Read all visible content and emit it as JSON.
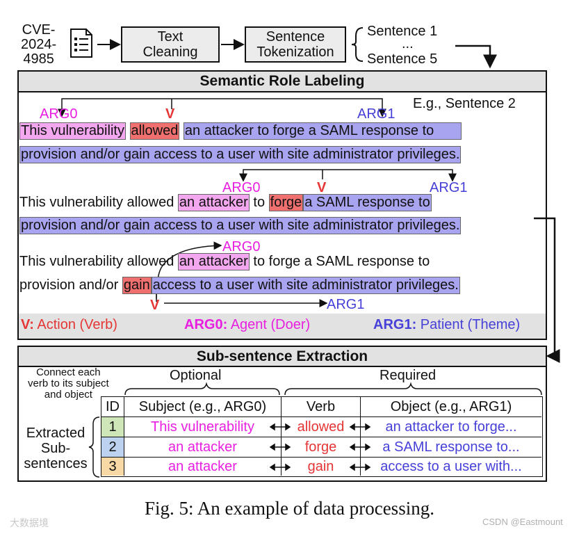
{
  "pipeline": {
    "cve_id": [
      "CVE-",
      "2024-",
      "4985"
    ],
    "step1": [
      "Text",
      "Cleaning"
    ],
    "step2": [
      "Sentence",
      "Tokenization"
    ],
    "sentences": [
      "Sentence 1",
      "...",
      "Sentence 5"
    ]
  },
  "srl": {
    "title": "Semantic Role Labeling",
    "example_label": "E.g., Sentence 2",
    "tags": {
      "arg0": "ARG0",
      "v": "V",
      "arg1": "ARG1"
    },
    "ex1": {
      "arg0": "This vulnerability",
      "v": "allowed",
      "arg1_line1": "an attacker to forge a SAML response to",
      "arg1_line2": "provision and/or gain access to a user with site administrator privileges."
    },
    "ex2": {
      "prefix": "This vulnerability allowed",
      "arg0": "an attacker",
      "mid": "to",
      "v": "forge",
      "arg1_line1": "a SAML response to",
      "arg1_line2": "provision and/or gain access to a user with site administrator privileges."
    },
    "ex3": {
      "line1_prefix": "This vulnerability allowed",
      "arg0": "an attacker",
      "line1_suffix": "to forge a SAML response to",
      "line2_prefix": "provision and/or",
      "v": "gain",
      "arg1": "access to a user with site administrator privileges."
    },
    "legend": {
      "v_key": "V:",
      "v_text": "Action (Verb)",
      "arg0_key": "ARG0:",
      "arg0_text": "Agent (Doer)",
      "arg1_key": "ARG1:",
      "arg1_text": "Patient (Theme)"
    }
  },
  "extraction": {
    "title": "Sub-sentence Extraction",
    "connect_note": [
      "Connect each",
      "verb to its subject",
      "and object"
    ],
    "optional": "Optional",
    "required": "Required",
    "side_label": [
      "Extracted",
      "Sub-",
      "sentences"
    ],
    "columns": [
      "ID",
      "Subject (e.g., ARG0)",
      "Verb",
      "Object (e.g., ARG1)"
    ],
    "rows": [
      {
        "id": "1",
        "subject": "This vulnerability",
        "verb": "allowed",
        "object": "an attacker to forge..."
      },
      {
        "id": "2",
        "subject": "an attacker",
        "verb": "forge",
        "object": "a SAML response to..."
      },
      {
        "id": "3",
        "subject": "an attacker",
        "verb": "gain",
        "object": "access to a user with..."
      }
    ],
    "row_colors": [
      "#cfe6b8",
      "#bcd2ee",
      "#f8d9a6"
    ]
  },
  "caption": "Fig. 5: An example of data processing.",
  "watermark_left": "大数据境",
  "watermark_right": "CSDN @Eastmount",
  "colors": {
    "magenta": "#e81ee0",
    "red": "#e53535",
    "blue": "#4640d8"
  }
}
